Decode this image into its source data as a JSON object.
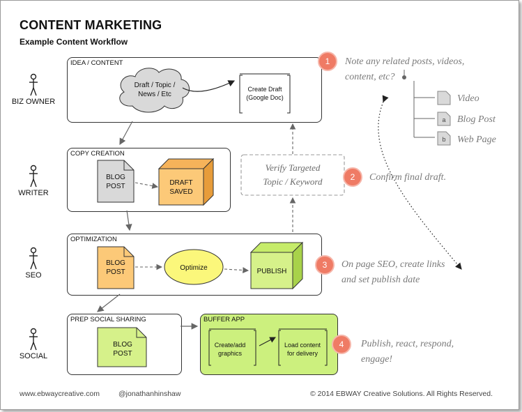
{
  "header": {
    "title": "CONTENT MARKETING",
    "subtitle": "Example Content Workflow"
  },
  "roles": [
    {
      "label": "BIZ OWNER"
    },
    {
      "label": "WRITER"
    },
    {
      "label": "SEO"
    },
    {
      "label": "SOCIAL"
    }
  ],
  "stages": {
    "idea": {
      "label": "IDEA / CONTENT",
      "cloud": "Draft / Topic / News / Etc",
      "cloud_lines": [
        "Draft / Topic /",
        "News / Etc"
      ],
      "draft_lines": [
        "Create Draft",
        "(Google Doc)"
      ]
    },
    "copy": {
      "label": "COPY CREATION",
      "blog_lines": [
        "BLOG",
        "POST"
      ],
      "saved_lines": [
        "DRAFT",
        "SAVED"
      ]
    },
    "optimization": {
      "label": "OPTIMIZATION",
      "blog_lines": [
        "BLOG",
        "POST"
      ],
      "optimize": "Optimize",
      "publish": "PUBLISH"
    },
    "social": {
      "label": "PREP SOCIAL SHARING",
      "blog_lines": [
        "BLOG",
        "POST"
      ]
    },
    "buffer": {
      "label": "BUFFER APP",
      "graphics_lines": [
        "Create/add",
        "graphics"
      ],
      "load_lines": [
        "Load content",
        "for delivery"
      ]
    }
  },
  "verify": {
    "lines": [
      "Verify Targeted",
      "Topic / Keyword"
    ]
  },
  "notes": [
    {
      "number": "1",
      "lines": [
        "Note any related posts, videos,",
        "content, etc?"
      ]
    },
    {
      "number": "2",
      "lines": [
        "Confirm final draft."
      ]
    },
    {
      "number": "3",
      "lines": [
        "On page SEO, create links",
        "and set publish date"
      ]
    },
    {
      "number": "4",
      "lines": [
        "Publish, react, respond,",
        "engage!"
      ]
    }
  ],
  "related": [
    {
      "letter": "",
      "label": "Video"
    },
    {
      "letter": "a",
      "label": "Blog Post"
    },
    {
      "letter": "b",
      "label": "Web Page"
    }
  ],
  "footer": {
    "website": "www.ebwaycreative.com",
    "twitter": "@jonathanhinshaw",
    "copyright": "© 2014 EBWAY Creative Solutions. All Rights Reserved."
  },
  "colors": {
    "badge": "#ef7b65",
    "orange_fill": "#fcc978",
    "green_fill": "#d6f18a",
    "buffer_fill": "#ccf07e",
    "optimize_fill": "#fbf77b",
    "doc_gray": "#d9d9d9"
  }
}
